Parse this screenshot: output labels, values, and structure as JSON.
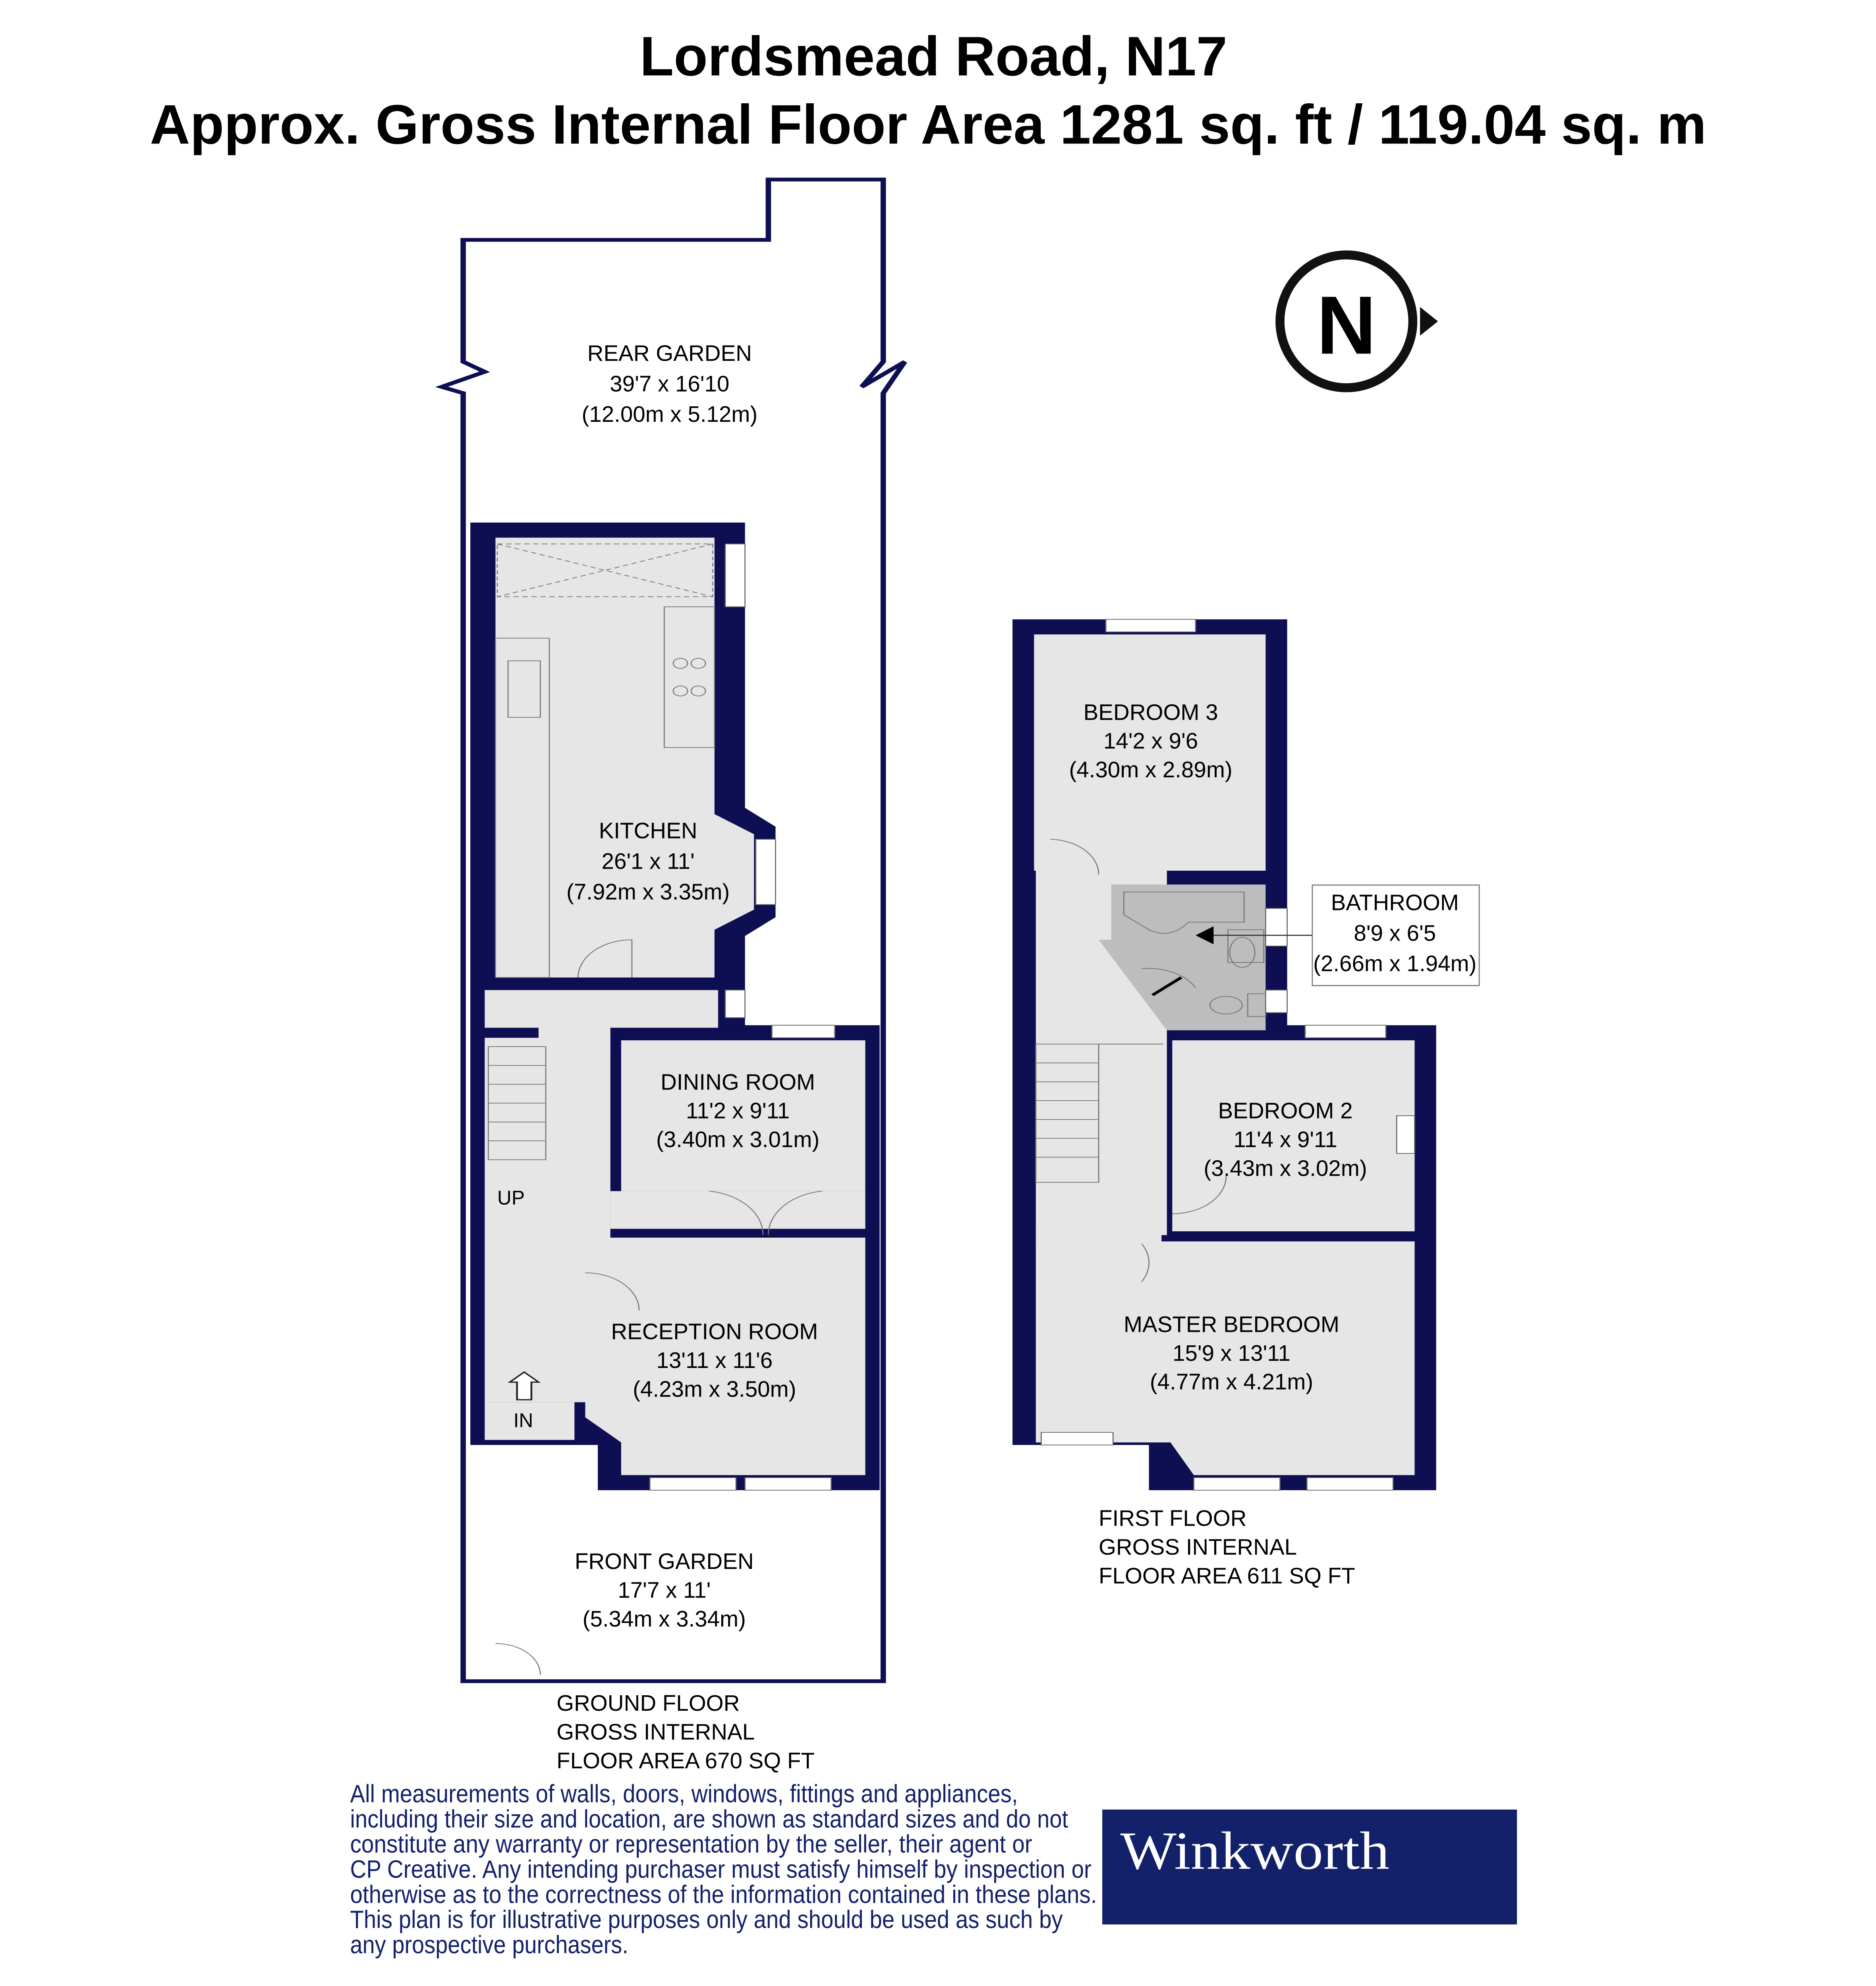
{
  "header": {
    "title": "Lordsmead Road, N17",
    "subtitle": "Approx. Gross Internal Floor Area 1281 sq. ft / 119.04 sq. m"
  },
  "colors": {
    "wall": "#0e0f52",
    "room": "#e6e6e6",
    "bathroom": "#bdbdbd",
    "brand": "#13216a"
  },
  "compass": {
    "letter": "N"
  },
  "ground_floor": {
    "rooms": [
      {
        "name": "REAR GARDEN",
        "imperial": "39'7 x 16'10",
        "metric": "(12.00m x 5.12m)"
      },
      {
        "name": "KITCHEN",
        "imperial": "26'1 x 11'",
        "metric": "(7.92m x 3.35m)"
      },
      {
        "name": "DINING ROOM",
        "imperial": "11'2 x 9'11",
        "metric": "(3.40m x 3.01m)"
      },
      {
        "name": "RECEPTION ROOM",
        "imperial": "13'11 x 11'6",
        "metric": "(4.23m x 3.50m)"
      },
      {
        "name": "FRONT GARDEN",
        "imperial": "17'7 x 11'",
        "metric": "(5.34m x 3.34m)"
      }
    ],
    "up_label": "UP",
    "in_label": "IN",
    "area_lines": [
      "GROUND FLOOR",
      "GROSS INTERNAL",
      "FLOOR AREA 670 SQ FT"
    ]
  },
  "first_floor": {
    "rooms": [
      {
        "name": "BEDROOM 3",
        "imperial": "14'2 x 9'6",
        "metric": "(4.30m x 2.89m)"
      },
      {
        "name": "BATHROOM",
        "imperial": "8'9 x 6'5",
        "metric": "(2.66m x 1.94m)"
      },
      {
        "name": "BEDROOM 2",
        "imperial": "11'4 x 9'11",
        "metric": "(3.43m x 3.02m)"
      },
      {
        "name": "MASTER BEDROOM",
        "imperial": "15'9 x 13'11",
        "metric": "(4.77m x 4.21m)"
      }
    ],
    "area_lines": [
      "FIRST FLOOR",
      "GROSS INTERNAL",
      "FLOOR AREA 611 SQ FT"
    ]
  },
  "disclaimer": [
    "All measurements of walls, doors, windows, fittings and appliances,",
    "including their size and location, are shown as standard sizes and do not",
    "constitute any warranty or representation by the seller, their agent or",
    "CP Creative. Any intending purchaser must satisfy himself by inspection or",
    "otherwise as to the correctness of the information contained in these plans.",
    "This plan is for illustrative purposes only and should be used as such by",
    "any prospective purchasers."
  ],
  "logo": {
    "text": "Winkworth"
  }
}
